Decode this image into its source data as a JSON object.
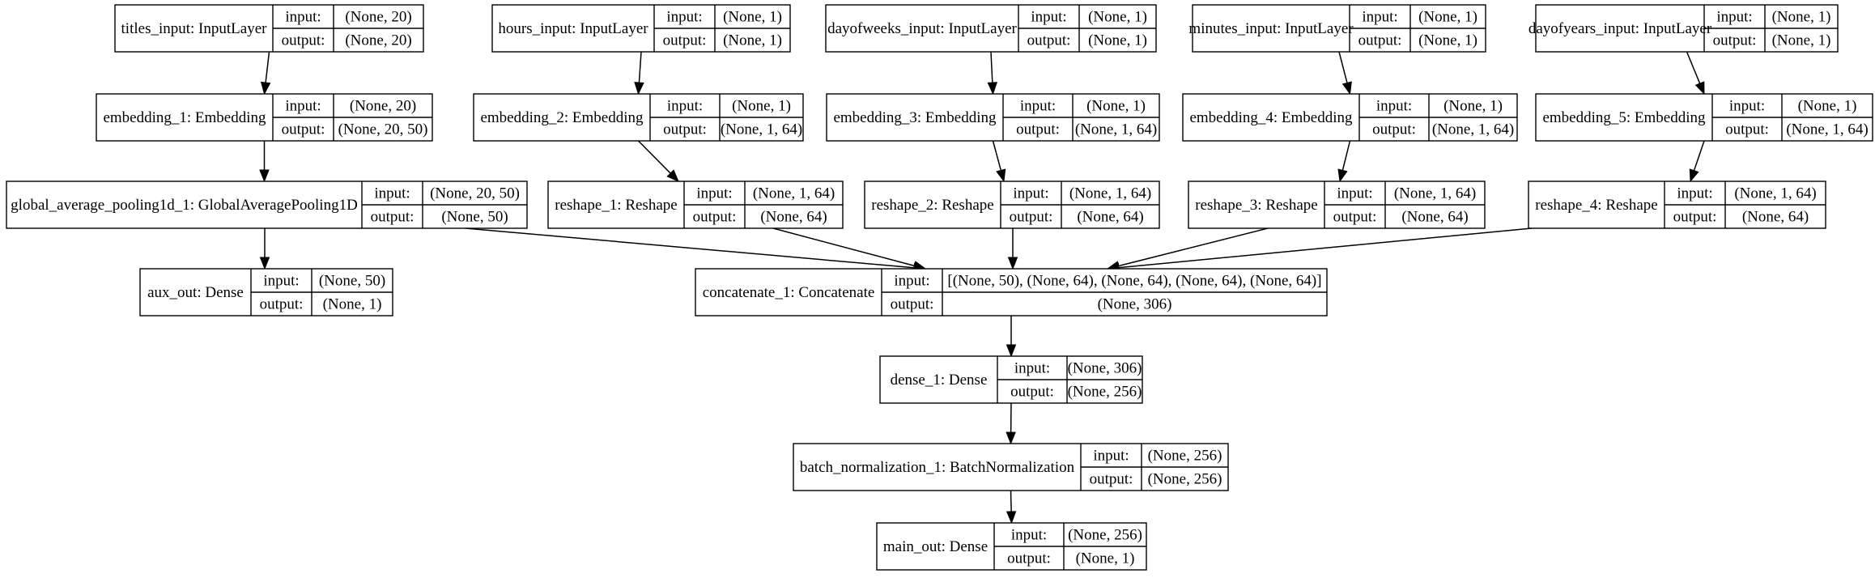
{
  "labels": {
    "input": "input:",
    "output": "output:"
  },
  "nodes": [
    {
      "id": "titles_input",
      "name": "titles_input: InputLayer",
      "input": "(None, 20)",
      "output": "(None, 20)"
    },
    {
      "id": "hours_input",
      "name": "hours_input: InputLayer",
      "input": "(None, 1)",
      "output": "(None, 1)"
    },
    {
      "id": "dayofweeks_input",
      "name": "dayofweeks_input: InputLayer",
      "input": "(None, 1)",
      "output": "(None, 1)"
    },
    {
      "id": "minutes_input",
      "name": "minutes_input: InputLayer",
      "input": "(None, 1)",
      "output": "(None, 1)"
    },
    {
      "id": "dayofyears_input",
      "name": "dayofyears_input: InputLayer",
      "input": "(None, 1)",
      "output": "(None, 1)"
    },
    {
      "id": "embedding_1",
      "name": "embedding_1: Embedding",
      "input": "(None, 20)",
      "output": "(None, 20, 50)"
    },
    {
      "id": "embedding_2",
      "name": "embedding_2: Embedding",
      "input": "(None, 1)",
      "output": "(None, 1, 64)"
    },
    {
      "id": "embedding_3",
      "name": "embedding_3: Embedding",
      "input": "(None, 1)",
      "output": "(None, 1, 64)"
    },
    {
      "id": "embedding_4",
      "name": "embedding_4: Embedding",
      "input": "(None, 1)",
      "output": "(None, 1, 64)"
    },
    {
      "id": "embedding_5",
      "name": "embedding_5: Embedding",
      "input": "(None, 1)",
      "output": "(None, 1, 64)"
    },
    {
      "id": "global_average_pooling1d_1",
      "name": "global_average_pooling1d_1: GlobalAveragePooling1D",
      "input": "(None, 20, 50)",
      "output": "(None, 50)"
    },
    {
      "id": "reshape_1",
      "name": "reshape_1: Reshape",
      "input": "(None, 1, 64)",
      "output": "(None, 64)"
    },
    {
      "id": "reshape_2",
      "name": "reshape_2: Reshape",
      "input": "(None, 1, 64)",
      "output": "(None, 64)"
    },
    {
      "id": "reshape_3",
      "name": "reshape_3: Reshape",
      "input": "(None, 1, 64)",
      "output": "(None, 64)"
    },
    {
      "id": "reshape_4",
      "name": "reshape_4: Reshape",
      "input": "(None, 1, 64)",
      "output": "(None, 64)"
    },
    {
      "id": "aux_out",
      "name": "aux_out: Dense",
      "input": "(None, 50)",
      "output": "(None, 1)"
    },
    {
      "id": "concatenate_1",
      "name": "concatenate_1: Concatenate",
      "input": "[(None, 50), (None, 64), (None, 64), (None, 64), (None, 64)]",
      "output": "(None, 306)"
    },
    {
      "id": "dense_1",
      "name": "dense_1: Dense",
      "input": "(None, 306)",
      "output": "(None, 256)"
    },
    {
      "id": "batch_normalization_1",
      "name": "batch_normalization_1: BatchNormalization",
      "input": "(None, 256)",
      "output": "(None, 256)"
    },
    {
      "id": "main_out",
      "name": "main_out: Dense",
      "input": "(None, 256)",
      "output": "(None, 1)"
    }
  ],
  "edges": [
    [
      "titles_input",
      "embedding_1"
    ],
    [
      "hours_input",
      "embedding_2"
    ],
    [
      "dayofweeks_input",
      "embedding_3"
    ],
    [
      "minutes_input",
      "embedding_4"
    ],
    [
      "dayofyears_input",
      "embedding_5"
    ],
    [
      "embedding_1",
      "global_average_pooling1d_1"
    ],
    [
      "embedding_2",
      "reshape_1"
    ],
    [
      "embedding_3",
      "reshape_2"
    ],
    [
      "embedding_4",
      "reshape_3"
    ],
    [
      "embedding_5",
      "reshape_4"
    ],
    [
      "global_average_pooling1d_1",
      "aux_out"
    ],
    [
      "global_average_pooling1d_1",
      "concatenate_1"
    ],
    [
      "reshape_1",
      "concatenate_1"
    ],
    [
      "reshape_2",
      "concatenate_1"
    ],
    [
      "reshape_3",
      "concatenate_1"
    ],
    [
      "reshape_4",
      "concatenate_1"
    ],
    [
      "concatenate_1",
      "dense_1"
    ],
    [
      "dense_1",
      "batch_normalization_1"
    ],
    [
      "batch_normalization_1",
      "main_out"
    ]
  ]
}
